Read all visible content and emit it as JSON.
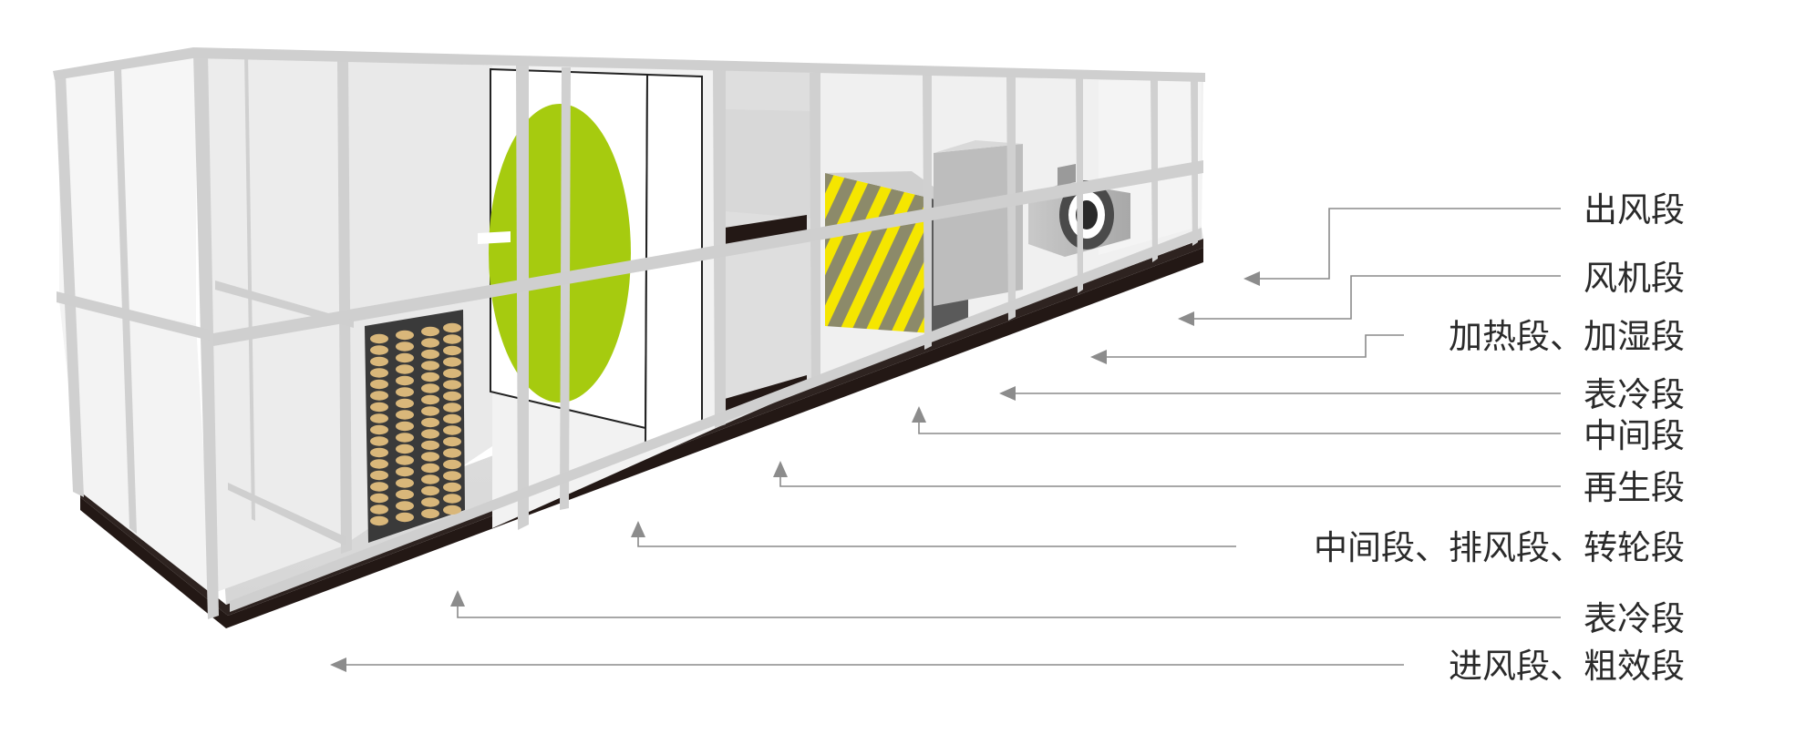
{
  "labels": [
    {
      "id": "outlet",
      "text": "出风段"
    },
    {
      "id": "fan",
      "text": "风机段"
    },
    {
      "id": "heat-humidify",
      "text": "加热段、加湿段"
    },
    {
      "id": "cooling-coil-a",
      "text": "表冷段"
    },
    {
      "id": "middle-a",
      "text": "中间段"
    },
    {
      "id": "regeneration",
      "text": "再生段"
    },
    {
      "id": "middle-exhaust-wheel",
      "text": "中间段、排风段、转轮段"
    },
    {
      "id": "cooling-coil-b",
      "text": "表冷段"
    },
    {
      "id": "inlet-filter",
      "text": "进风段、粗效段"
    }
  ],
  "colors": {
    "frame": "#d2d2d2",
    "panel": "#f1f1f1",
    "base": "#231815",
    "wheel": "#a6cb0f",
    "heater_stripe": "#f5e600",
    "coil_tube": "#d9b77a",
    "coil_back": "#3a3a3a",
    "leader": "#8a8a8a"
  }
}
